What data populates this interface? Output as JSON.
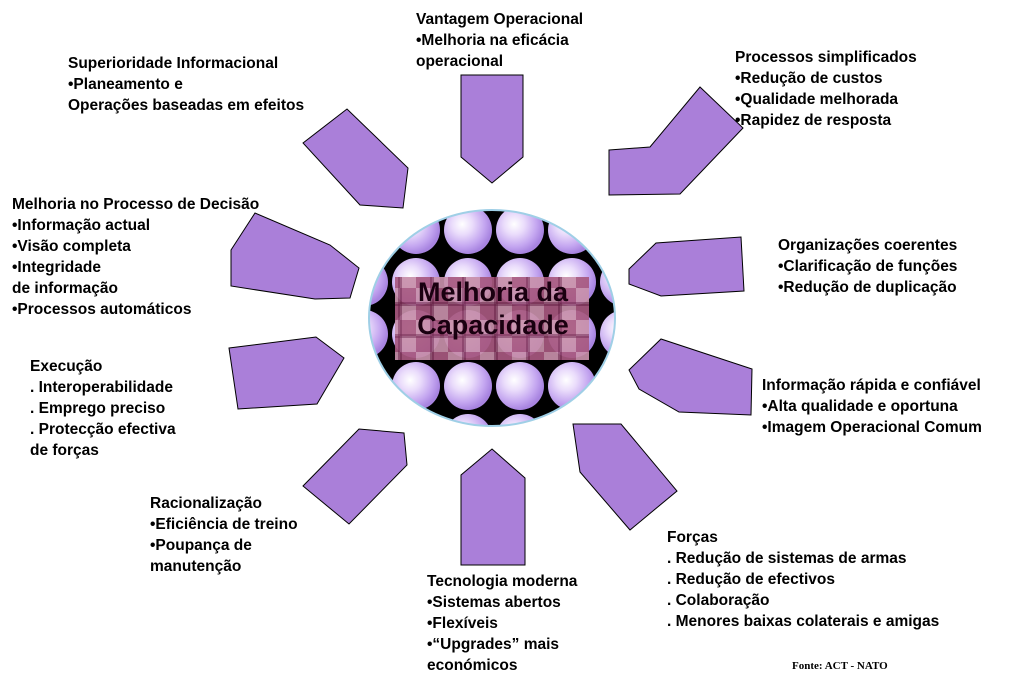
{
  "center": {
    "line1": "Melhoria da",
    "line2": "Capacidade"
  },
  "colors": {
    "arrow_fill": "#aa7fd9",
    "arrow_stroke": "#000000",
    "center_dark": "#000000",
    "sphere_light": "#ffffff",
    "sphere_mid": "#c2a2f0",
    "center_band": "#9a4a70",
    "ellipse_border": "#9fcfe6"
  },
  "labels": {
    "vantagem": [
      "Vantagem Operacional",
      "•Melhoria na eficácia",
      "operacional"
    ],
    "superioridade": [
      "Superioridade Informacional",
      "•Planeamento e",
      "Operações baseadas em efeitos"
    ],
    "processos": [
      "Processos simplificados",
      "•Redução de custos",
      "•Qualidade melhorada",
      "•Rapidez de resposta"
    ],
    "decisao": [
      "Melhoria no Processo de Decisão",
      "•Informação actual",
      "•Visão completa",
      "•Integridade",
      "de informação",
      "•Processos automáticos"
    ],
    "organizacoes": [
      "Organizações coerentes",
      "•Clarificação de funções",
      "•Redução de duplicação"
    ],
    "execucao": [
      "Execução",
      ". Interoperabilidade",
      ". Emprego preciso",
      ". Protecção efectiva",
      "de forças"
    ],
    "informacao": [
      "Informação rápida e confiável",
      "•Alta qualidade e oportuna",
      "•Imagem Operacional Comum"
    ],
    "racionalizacao": [
      "Racionalização",
      "•Eficiência de treino",
      "•Poupança de",
      "manutenção"
    ],
    "tecnologia": [
      "Tecnologia moderna",
      "•Sistemas abertos",
      "•Flexíveis",
      "•“Upgrades” mais",
      "económicos"
    ],
    "forcas": [
      "Forças",
      ". Redução de sistemas de armas",
      ". Redução de efectivos",
      ". Colaboração",
      ". Menores baixas colaterais e amigas"
    ]
  },
  "source": "Fonte: ACT - NATO"
}
